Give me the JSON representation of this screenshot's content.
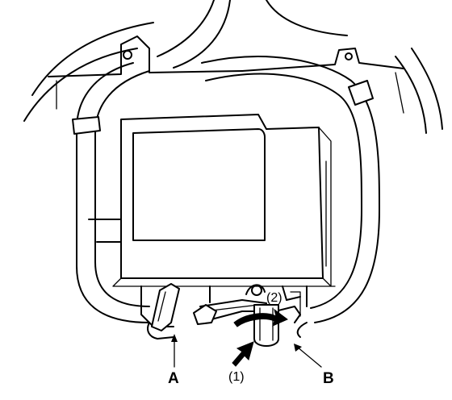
{
  "labels": {
    "a": "A",
    "b": "B",
    "step1": "(1)",
    "step2": "(2)"
  },
  "colors": {
    "line": "#000000",
    "background": "#ffffff"
  },
  "icons": {
    "push_arrow": "push-arrow-icon",
    "rotate_arrow": "rotate-arrow-icon"
  }
}
